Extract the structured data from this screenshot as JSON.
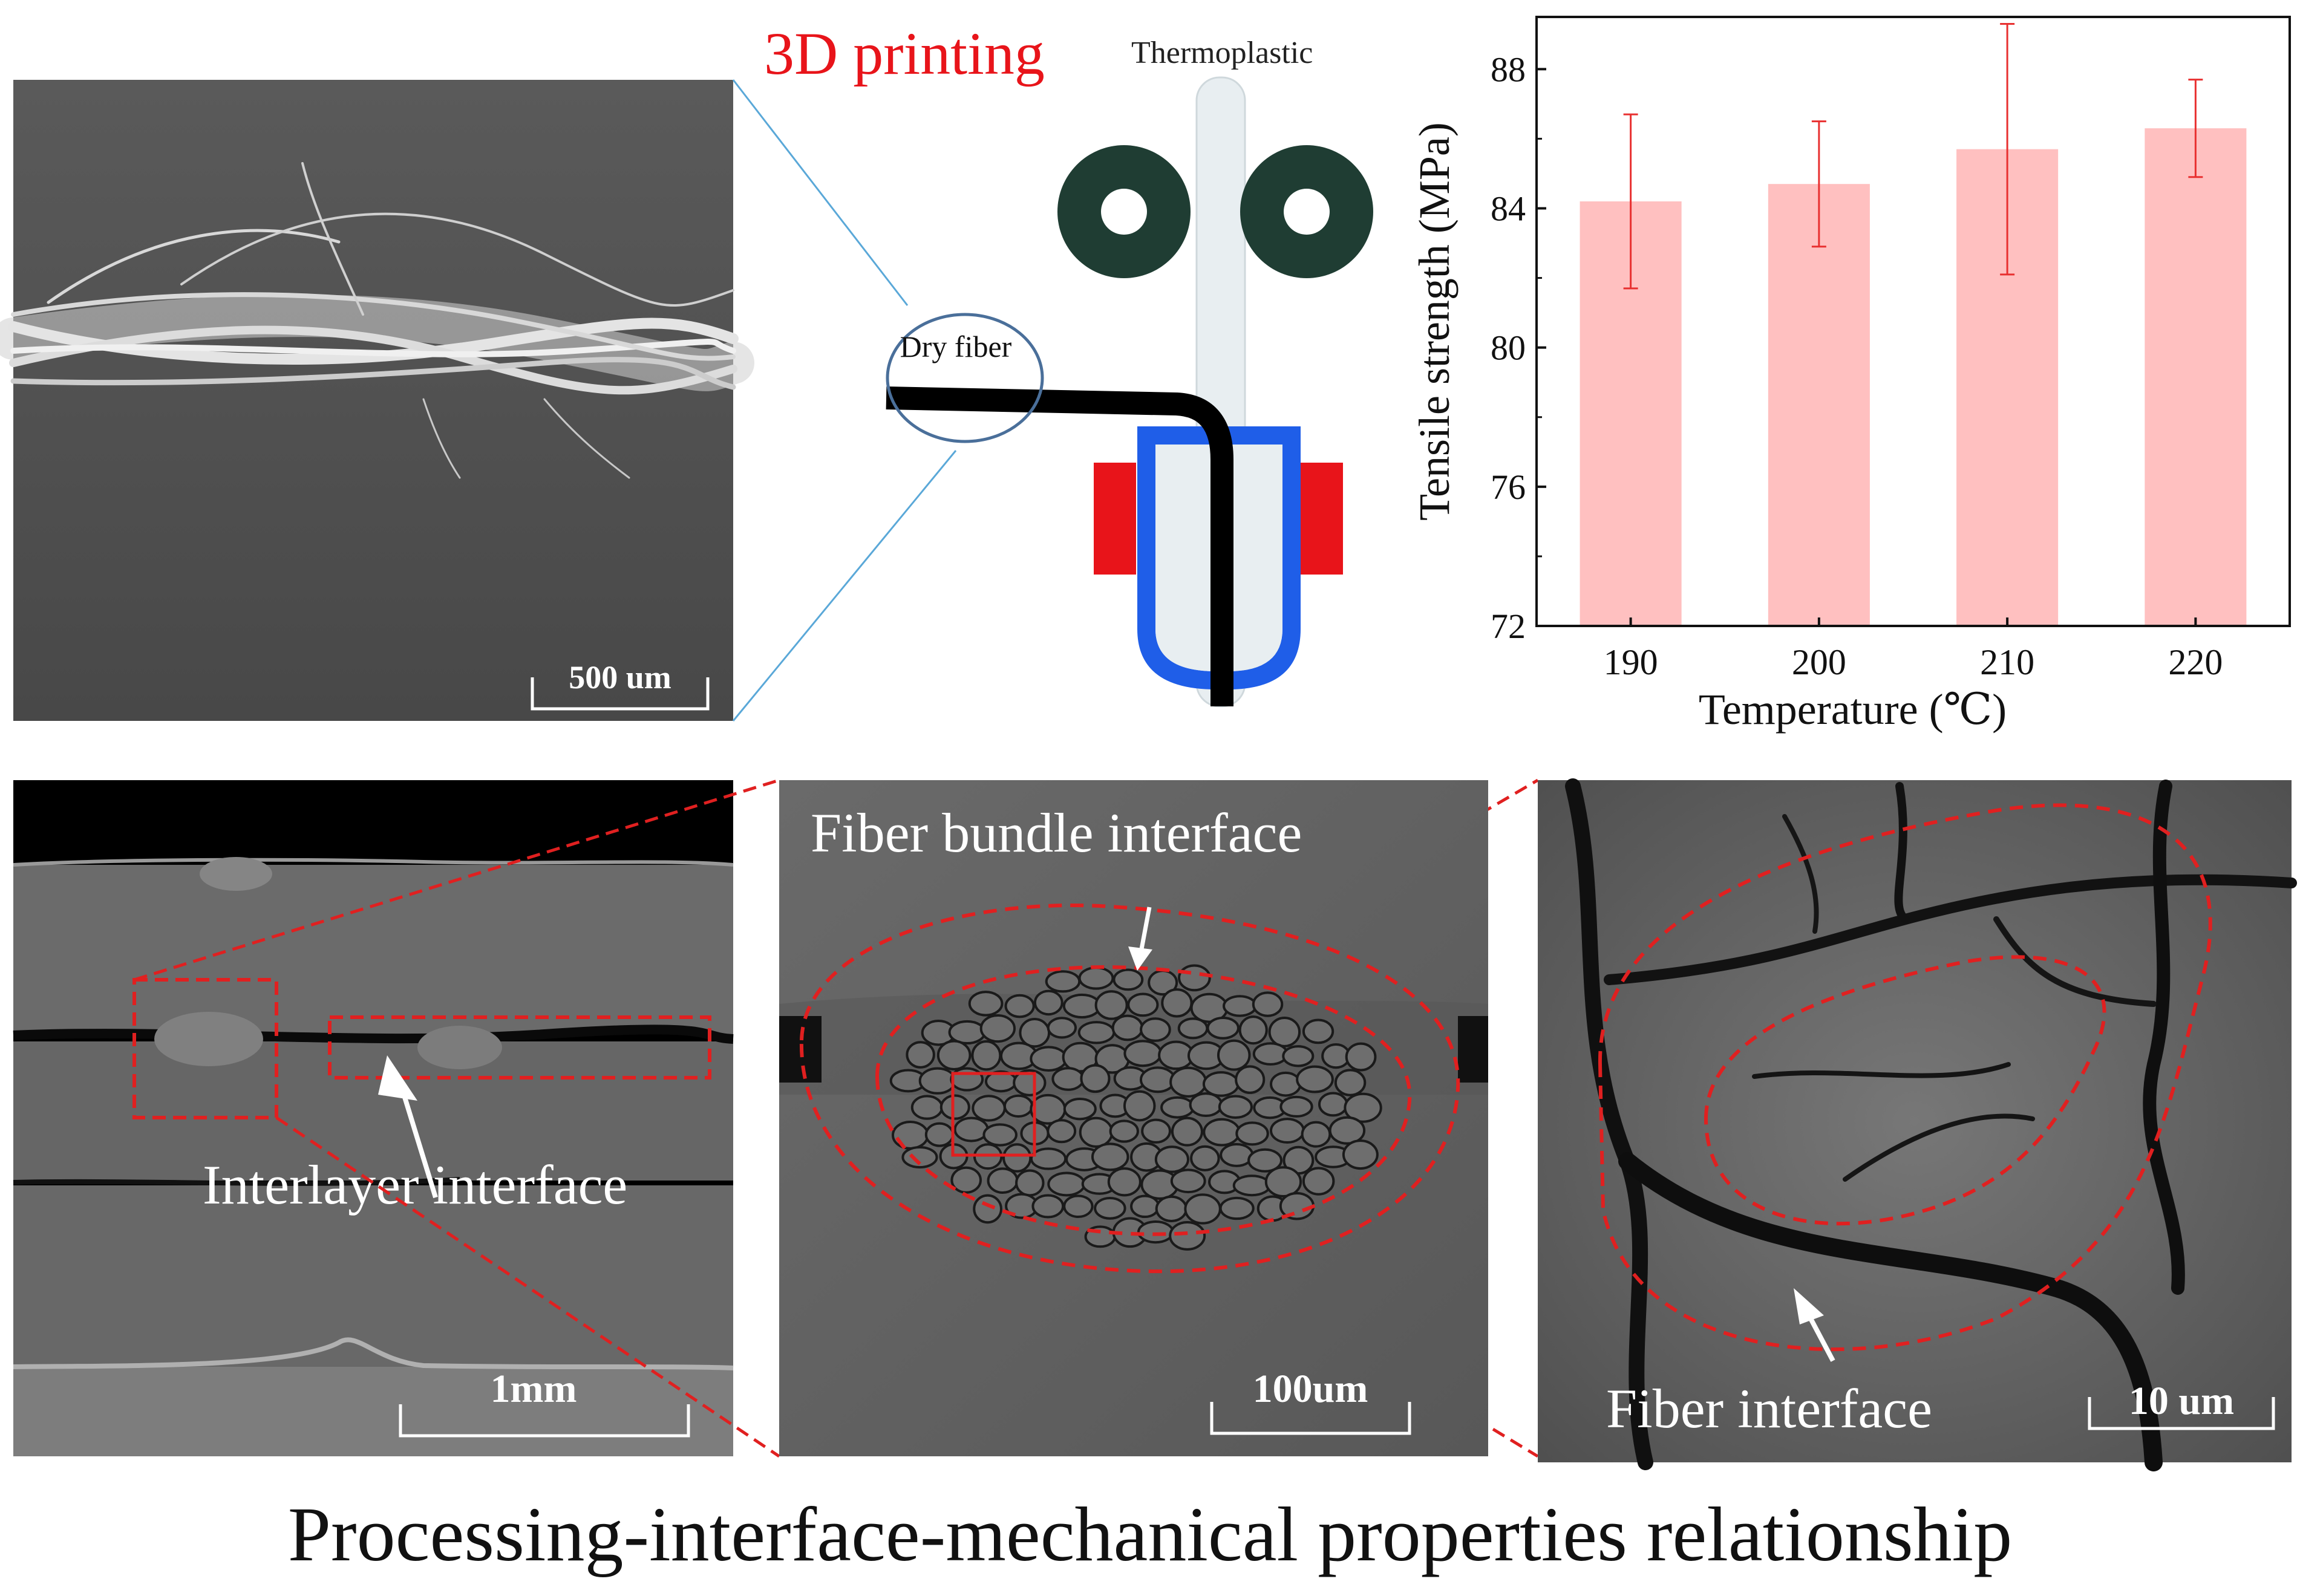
{
  "figure": {
    "caption": "Processing-interface-mechanical properties relationship"
  },
  "panels": {
    "fiber_sem": {
      "scale_bar": "500 um"
    },
    "printing": {
      "title": "3D printing",
      "thermoplastic_label": "Thermoplastic",
      "dry_fiber_label": "Dry fiber"
    },
    "cross_section": {
      "scale_bar": "1mm",
      "annotation": "Interlayer interface"
    },
    "bundle": {
      "scale_bar": "100um",
      "annotation": "Fiber bundle interface"
    },
    "fiber_detail": {
      "scale_bar": "10 um",
      "annotation": "Fiber interface"
    }
  },
  "colors": {
    "bar_fill": "#ffc0c0",
    "error_bar": "#e83030",
    "title_red": "#e8141a",
    "roller": "#1f3d33",
    "nozzle_blue": "#1f5ee8",
    "heater_red": "#e8141a",
    "dashed_outline": "#e02020"
  },
  "chart_data": {
    "type": "bar",
    "categories": [
      "190",
      "200",
      "210",
      "220"
    ],
    "values": [
      84.2,
      84.7,
      85.7,
      86.3
    ],
    "error": [
      2.5,
      1.8,
      3.6,
      1.4
    ],
    "xlabel": "Temperature (℃)",
    "ylabel": "Tensile strength (MPa)",
    "ylim": [
      72,
      89.5
    ],
    "yticks": [
      72,
      76,
      80,
      84,
      88
    ],
    "grid": false,
    "legend": "none"
  }
}
